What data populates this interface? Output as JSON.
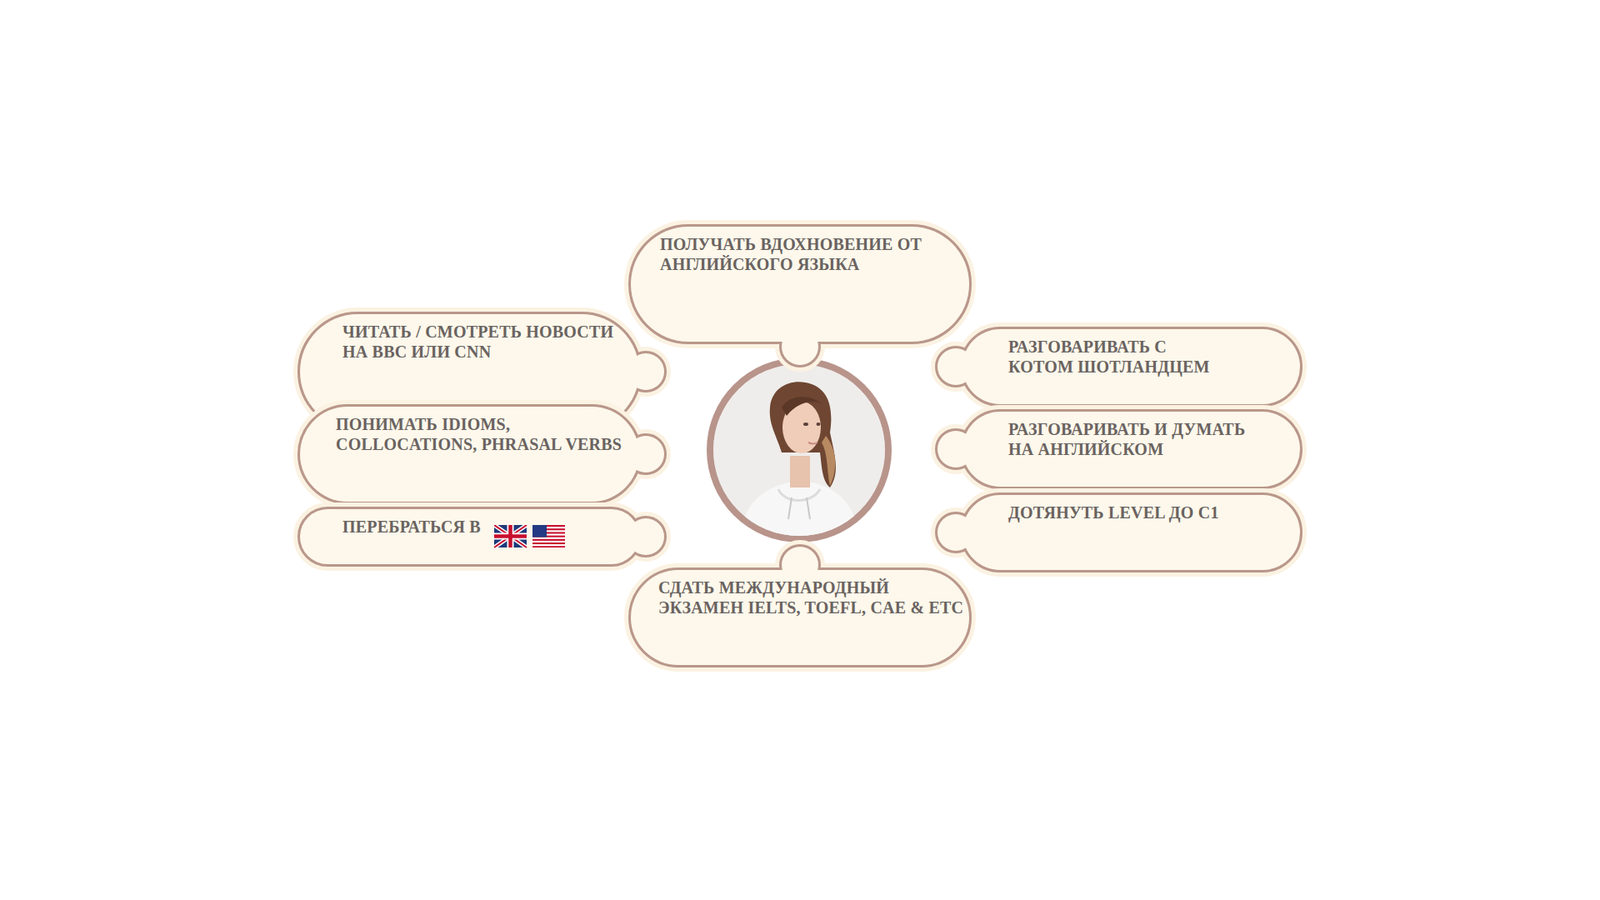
{
  "diagram": {
    "nodes": [
      {
        "text": [
          "ПОЛУЧАТЬ ВДОХНОВЕНИЕ ОТ АНГЛИЙСКОГО ЯЗЫКА"
        ]
      },
      {
        "text": [
          "ЧИТАТЬ / СМОТРЕТЬ НОВОСТИ НА BBC ИЛИ CNN"
        ]
      },
      {
        "text": [
          "РАЗГОВАРИВАТЬ С КОТОМ ШОТЛАНДЦЕМ"
        ]
      },
      {
        "text": [
          "ПОНИМАТЬ IDIOMS, COLLOCATIONS, PHRASAL VERBS"
        ]
      },
      {
        "text": [
          "РАЗГОВАРИВАТЬ И ДУМАТЬ НА АНГЛИЙСКОМ"
        ]
      },
      {
        "text": [
          "ПЕРЕБРАТЬСЯ В"
        ]
      },
      {
        "text": [
          "ДОТЯНУТЬ LEVEL ДО C1"
        ]
      },
      {
        "text": [
          "СДАТЬ МЕЖДУНАРОДНЫЙ ЭКЗАМЕН IELTS, TOEFL, CAE & ETC"
        ]
      }
    ]
  }
}
